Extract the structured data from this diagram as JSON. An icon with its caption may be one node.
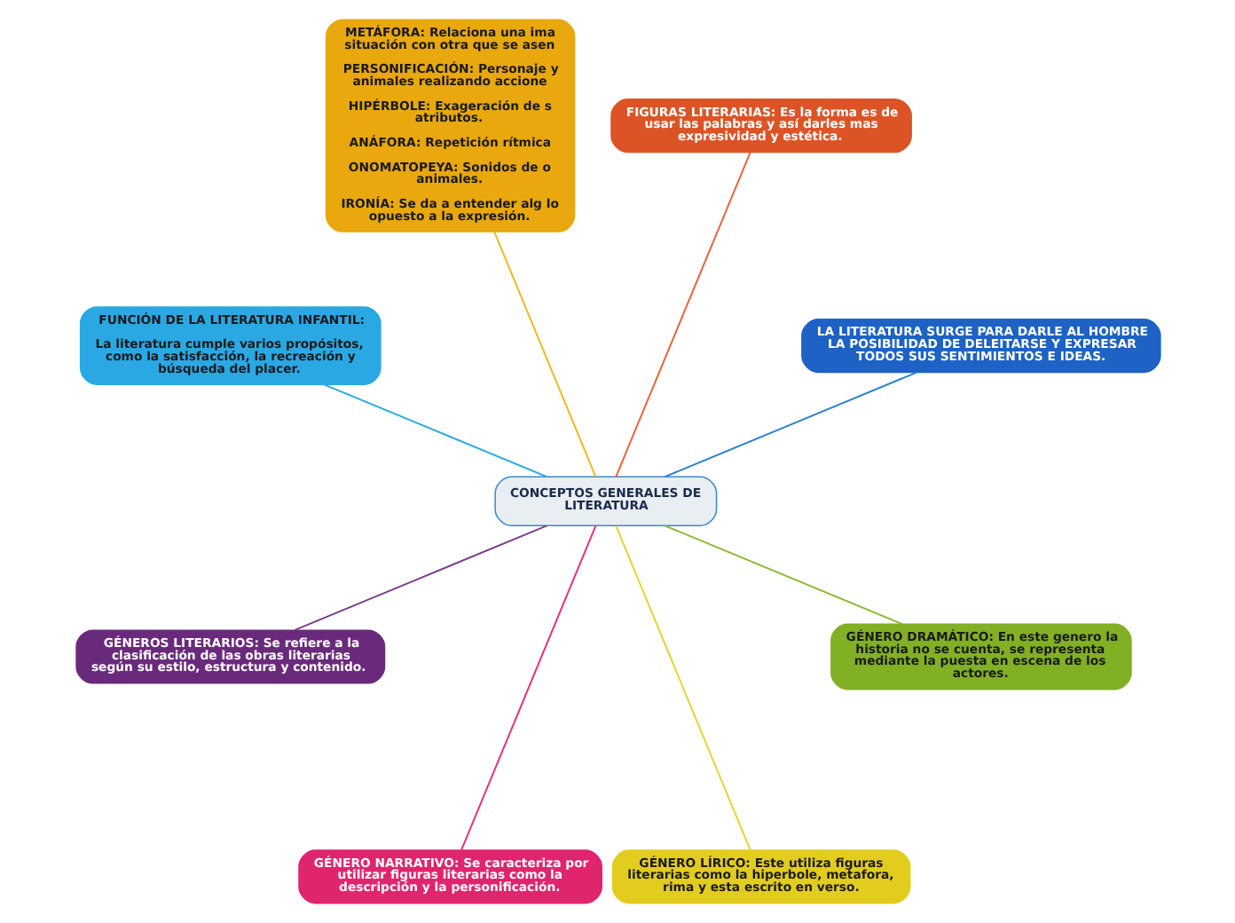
{
  "diagram": {
    "nodes": [
      {
        "text": [
          "CONCEPTOS GENERALES DE LITERATURA"
        ]
      },
      {
        "text": [
          "LA LITERATURA SURGE PARA DARLE AL HOMBRE LA POSIBILIDAD DE DELEITARSE Y EXPRESAR TODOS SUS SENTIMIENTOS E IDEAS."
        ]
      },
      {
        "text": [
          "FIGURAS LITERARIAS: Es la forma es de usar las palabras y así darles mas expresividad y estética."
        ]
      },
      {
        "text": [
          "METÁFORA: Relaciona una ima situación con otra que se asen",
          "PERSONIFICACIÓN: Personaje y animales realizando accione",
          "HIPÉRBOLE: Exageración de s atributos.",
          "ANÁFORA: Repetición rítmica",
          "ONOMATOPEYA: Sonidos de o animales.",
          "IRONÍA: Se da a entender alg lo opuesto a la expresión."
        ]
      },
      {
        "text": [
          "FUNCIÓN DE LA LITERATURA INFANTIL:",
          "La literatura cumple varios propósitos, como la satisfacción, la recreación y búsqueda del placer."
        ]
      },
      {
        "text": [
          "GÉNEROS LITERARIOS: Se refiere a la clasificación de las obras literarias según su estilo, estructura y contenido."
        ]
      },
      {
        "text": [
          "GÉNERO NARRATIVO: Se caracteriza por utilizar figuras literarias como la descripción y la personificación."
        ]
      },
      {
        "text": [
          "GÉNERO LÍRICO: Este utiliza figuras literarias como la hiperbole, metafora, rima y esta escrito en verso."
        ]
      },
      {
        "text": [
          "GÉNERO DRAMÁTICO: En este genero la historia no se cuenta, se representa mediante la puesta en escena de los actores."
        ]
      }
    ],
    "edges": [
      {
        "from": 0,
        "to": 1,
        "arrow": "none",
        "color": "#2a7fd6"
      },
      {
        "from": 0,
        "to": 2,
        "arrow": "none",
        "color": "#e8643a"
      },
      {
        "from": 0,
        "to": 3,
        "arrow": "none",
        "color": "#f0b820"
      },
      {
        "from": 0,
        "to": 4,
        "arrow": "none",
        "color": "#29a9e6"
      },
      {
        "from": 0,
        "to": 5,
        "arrow": "none",
        "color": "#7a3c8c"
      },
      {
        "from": 0,
        "to": 6,
        "arrow": "none",
        "color": "#e8307a"
      },
      {
        "from": 0,
        "to": 7,
        "arrow": "none",
        "color": "#e6d430"
      },
      {
        "from": 0,
        "to": 8,
        "arrow": "none",
        "color": "#8ab830"
      }
    ]
  }
}
